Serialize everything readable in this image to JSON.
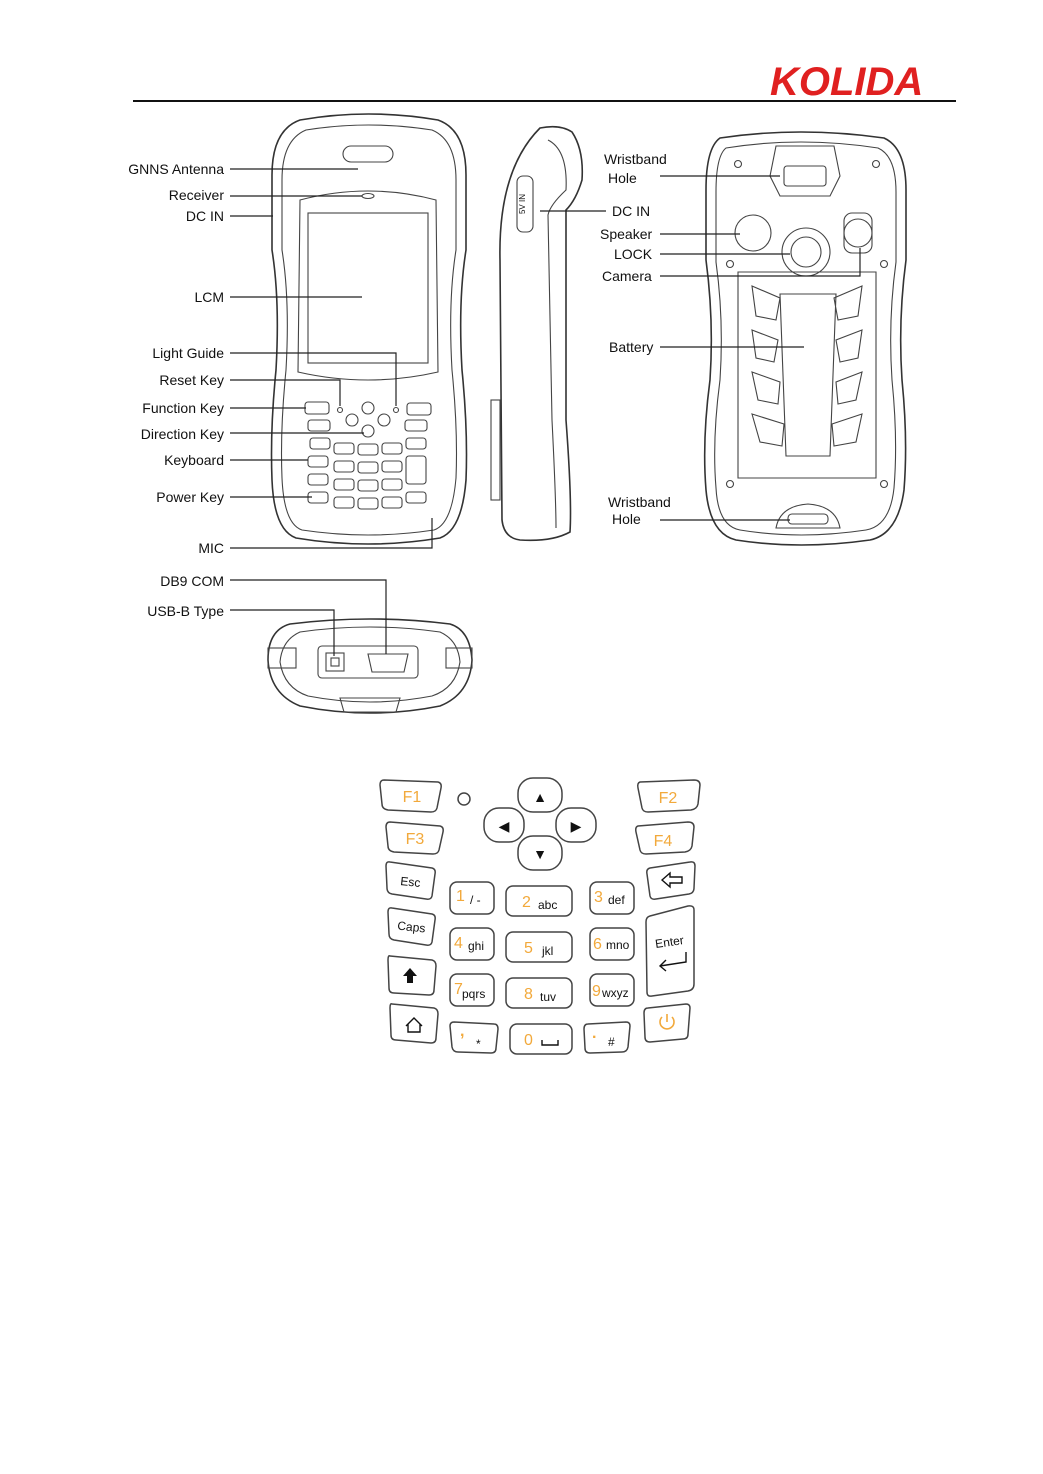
{
  "header": {
    "logo_text": "KOLIDA",
    "brand_color": "#e02020"
  },
  "front_labels": {
    "gnns_antenna": "GNNS Antenna",
    "receiver": "Receiver",
    "dc_in": "DC IN",
    "lcm": "LCM",
    "light_guide": "Light Guide",
    "reset_key": "Reset Key",
    "function_key": "Function Key",
    "direction_key": "Direction Key",
    "keyboard": "Keyboard",
    "power_key": "Power Key",
    "mic": "MIC"
  },
  "bottom_labels": {
    "db9_com": "DB9 COM",
    "usb_b_type": "USB-B Type"
  },
  "side_labels": {
    "dc_port_marking": "5V IN"
  },
  "back_labels": {
    "wristband_hole_top_1": "Wristband",
    "wristband_hole_top_2": "Hole",
    "dc_in": "DC IN",
    "speaker": "Speaker",
    "lock": "LOCK",
    "camera": "Camera",
    "battery": "Battery",
    "wristband_hole_bottom_1": "Wristband",
    "wristband_hole_bottom_2": "Hole"
  },
  "keypad": {
    "accent_color": "#f2a93b",
    "f1": "F1",
    "f2": "F2",
    "f3": "F3",
    "f4": "F4",
    "up_arrow": "▲",
    "down_arrow": "▼",
    "left_arrow": "◀",
    "right_arrow": "▶",
    "esc": "Esc",
    "caps": "Caps",
    "enter": "Enter",
    "k1_num": "1",
    "k1_sub": "/ -",
    "k2_num": "2",
    "k2_sub": "abc",
    "k3_num": "3",
    "k3_sub": "def",
    "k4_num": "4",
    "k4_sub": "ghi",
    "k5_num": "5",
    "k5_sub": "jkl",
    "k6_num": "6",
    "k6_sub": "mno",
    "k7_num": "7",
    "k7_sub": "pqrs",
    "k8_num": "8",
    "k8_sub": "tuv",
    "k9_num": "9",
    "k9_sub": "wxyz",
    "kcomma_num": ",",
    "kcomma_sub": "*",
    "k0_num": "0",
    "kdot_num": ".",
    "kdot_sub": "#",
    "icons": {
      "backspace": "backspace-icon",
      "shift": "shift-arrow-icon",
      "home": "home-icon",
      "power": "power-icon",
      "enter": "enter-return-icon",
      "space": "space-icon"
    }
  }
}
